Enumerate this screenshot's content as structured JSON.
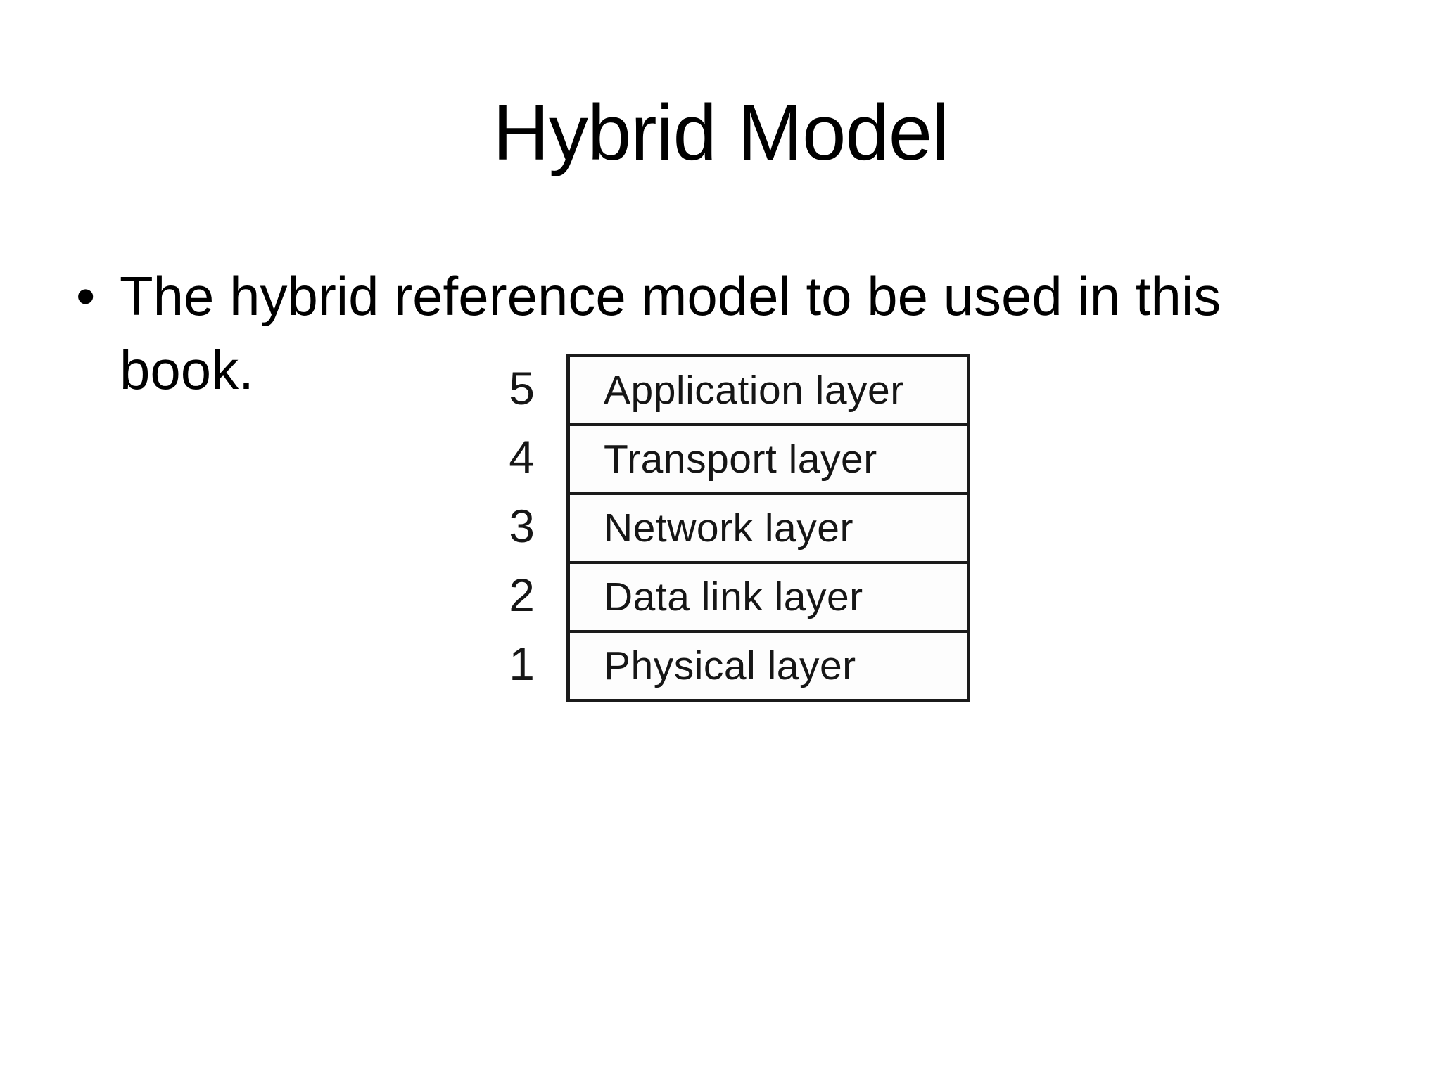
{
  "slide": {
    "background": "#ffffff",
    "text_color": "#000000",
    "title": "Hybrid Model",
    "bullet": {
      "marker": "•",
      "full_text": "The hybrid reference model to be used in this book.",
      "lines": [
        "The hybrid reference model to be used in this",
        "book."
      ]
    },
    "figure": {
      "border_color": "#1b1b1b",
      "text_color": "#161616",
      "layers": [
        {
          "number": "5",
          "label": "Application layer"
        },
        {
          "number": "4",
          "label": "Transport layer"
        },
        {
          "number": "3",
          "label": "Network layer"
        },
        {
          "number": "2",
          "label": "Data link layer"
        },
        {
          "number": "1",
          "label": "Physical layer"
        }
      ]
    }
  }
}
